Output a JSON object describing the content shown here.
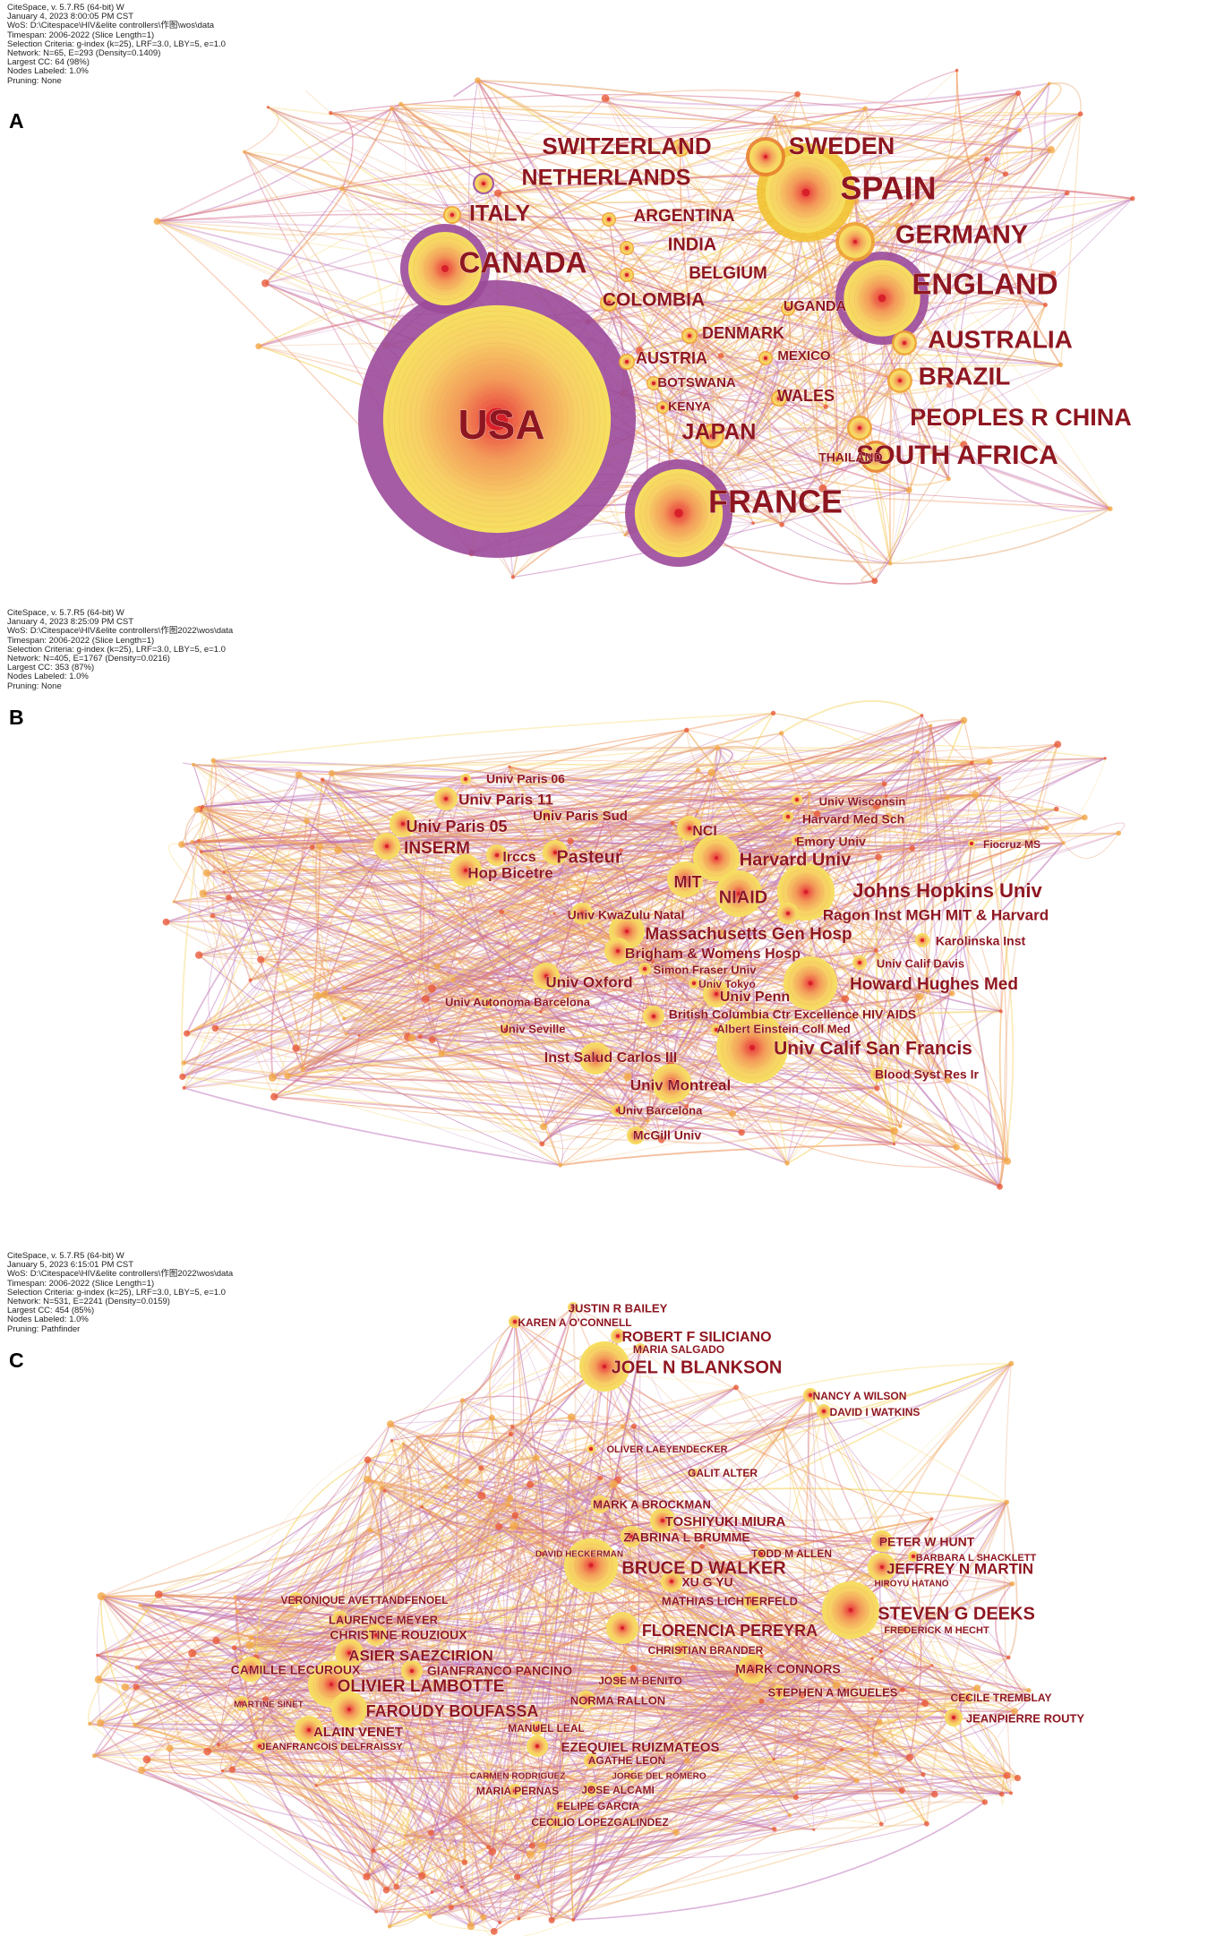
{
  "panels": [
    {
      "id": "A",
      "letter": "A",
      "header": [
        "CiteSpace, v. 5.7.R5 (64-bit) W",
        "January 4, 2023 8:00:05 PM CST",
        "WoS: D:\\Citespace\\HIV&elite controllers\\作图\\wos\\data",
        "Timespan: 2006-2022 (Slice Length=1)",
        "Selection Criteria: g-index (k=25), LRF=3.0, LBY=5, e=1.0",
        "Network: N=65, E=293 (Density=0.1409)",
        "Largest CC: 64 (98%)",
        "Nodes Labeled: 1.0%",
        "Pruning: None"
      ],
      "nodes": [
        {
          "label": "USA",
          "size": 46
        },
        {
          "label": "FRANCE",
          "size": 36
        },
        {
          "label": "SPAIN",
          "size": 36
        },
        {
          "label": "CANADA",
          "size": 33
        },
        {
          "label": "ENGLAND",
          "size": 33
        },
        {
          "label": "SOUTH AFRICA",
          "size": 30
        },
        {
          "label": "GERMANY",
          "size": 29
        },
        {
          "label": "AUSTRALIA",
          "size": 28
        },
        {
          "label": "BRAZIL",
          "size": 28
        },
        {
          "label": "SWEDEN",
          "size": 27
        },
        {
          "label": "PEOPLES R CHINA",
          "size": 27
        },
        {
          "label": "SWITZERLAND",
          "size": 26
        },
        {
          "label": "NETHERLANDS",
          "size": 25
        },
        {
          "label": "ITALY",
          "size": 25
        },
        {
          "label": "JAPAN",
          "size": 25
        },
        {
          "label": "COLOMBIA",
          "size": 21
        },
        {
          "label": "INDIA",
          "size": 20
        },
        {
          "label": "BELGIUM",
          "size": 19
        },
        {
          "label": "ARGENTINA",
          "size": 19
        },
        {
          "label": "WALES",
          "size": 18
        },
        {
          "label": "AUSTRIA",
          "size": 18
        },
        {
          "label": "DENMARK",
          "size": 18
        },
        {
          "label": "UGANDA",
          "size": 16
        },
        {
          "label": "MEXICO",
          "size": 15
        },
        {
          "label": "BOTSWANA",
          "size": 15
        },
        {
          "label": "KENYA",
          "size": 14
        },
        {
          "label": "THAILAND",
          "size": 14
        }
      ]
    },
    {
      "id": "B",
      "letter": "B",
      "header": [
        "CiteSpace, v. 5.7.R5 (64-bit) W",
        "January 4, 2023 8:25:09 PM CST",
        "WoS: D:\\Citespace\\HIV&elite controllers\\作图2022\\wos\\data",
        "Timespan: 2006-2022 (Slice Length=1)",
        "Selection Criteria: g-index (k=25), LRF=3.0, LBY=5, e=1.0",
        "Network: N=405, E=1767 (Density=0.0216)",
        "Largest CC: 353 (87%)",
        "Nodes Labeled: 1.0%",
        "Pruning: None"
      ],
      "nodes": [
        {
          "label": "Univ Paris 06",
          "size": 14
        },
        {
          "label": "Univ Paris 11",
          "size": 17
        },
        {
          "label": "Univ Paris Sud",
          "size": 15
        },
        {
          "label": "Univ Paris 05",
          "size": 18
        },
        {
          "label": "INSERM",
          "size": 19
        },
        {
          "label": "Irccs",
          "size": 16
        },
        {
          "label": "Pasteur",
          "size": 20
        },
        {
          "label": "Hop Bicetre",
          "size": 17
        },
        {
          "label": "NCI",
          "size": 16
        },
        {
          "label": "Univ Wisconsin",
          "size": 13
        },
        {
          "label": "Harvard Med Sch",
          "size": 14
        },
        {
          "label": "Emory Univ",
          "size": 14
        },
        {
          "label": "Fiocruz MS",
          "size": 12
        },
        {
          "label": "Harvard Univ",
          "size": 20
        },
        {
          "label": "MIT",
          "size": 18
        },
        {
          "label": "NIAID",
          "size": 20
        },
        {
          "label": "Johns Hopkins Univ",
          "size": 22
        },
        {
          "label": "Ragon Inst MGH MIT & Harvard",
          "size": 17
        },
        {
          "label": "Univ KwaZulu Natal",
          "size": 14
        },
        {
          "label": "Massachusetts Gen Hosp",
          "size": 19
        },
        {
          "label": "Karolinska Inst",
          "size": 14
        },
        {
          "label": "Brigham & Womens Hosp",
          "size": 16
        },
        {
          "label": "Simon Fraser Univ",
          "size": 13
        },
        {
          "label": "Univ Calif Davis",
          "size": 13
        },
        {
          "label": "Univ Oxford",
          "size": 17
        },
        {
          "label": "Univ Tokyo",
          "size": 12
        },
        {
          "label": "Howard Hughes Med",
          "size": 19
        },
        {
          "label": "Univ Autonoma Barcelona",
          "size": 13
        },
        {
          "label": "Univ Penn",
          "size": 16
        },
        {
          "label": "British Columbia Ctr Excellence HIV AIDS",
          "size": 14
        },
        {
          "label": "Albert Einstein Coll Med",
          "size": 13
        },
        {
          "label": "Univ Seville",
          "size": 13
        },
        {
          "label": "Univ Calif San Francis",
          "size": 21
        },
        {
          "label": "Inst Salud Carlos III",
          "size": 16
        },
        {
          "label": "Blood Syst Res Ir",
          "size": 14
        },
        {
          "label": "Univ Montreal",
          "size": 17
        },
        {
          "label": "Univ Barcelona",
          "size": 13
        },
        {
          "label": "McGill Univ",
          "size": 14
        }
      ]
    },
    {
      "id": "C",
      "letter": "C",
      "header": [
        "CiteSpace, v. 5.7.R5 (64-bit) W",
        "January 5, 2023 6:15:01 PM CST",
        "WoS: D:\\Citespace\\HIV&elite controllers\\作图2022\\wos\\data",
        "Timespan: 2006-2022 (Slice Length=1)",
        "Selection Criteria: g-index (k=25), LRF=3.0, LBY=5, e=1.0",
        "Network: N=531, E=2241 (Density=0.0159)",
        "Largest CC: 454 (85%)",
        "Nodes Labeled: 1.0%",
        "Pruning: Pathfinder"
      ],
      "nodes": [
        {
          "label": "JUSTIN R BAILEY",
          "size": 13
        },
        {
          "label": "KAREN A O'CONNELL",
          "size": 12
        },
        {
          "label": "ROBERT F SILICIANO",
          "size": 16
        },
        {
          "label": "MARIA SALGADO",
          "size": 12
        },
        {
          "label": "JOEL N BLANKSON",
          "size": 20
        },
        {
          "label": "NANCY A WILSON",
          "size": 12
        },
        {
          "label": "DAVID I WATKINS",
          "size": 12
        },
        {
          "label": "OLIVER LAEYENDECKER",
          "size": 11
        },
        {
          "label": "GALIT ALTER",
          "size": 12
        },
        {
          "label": "MARK A BROCKMAN",
          "size": 13
        },
        {
          "label": "TOSHIYUKI MIURA",
          "size": 15
        },
        {
          "label": "ZABRINA L BRUMME",
          "size": 14
        },
        {
          "label": "PETER W HUNT",
          "size": 14
        },
        {
          "label": "DAVID HECKERMAN",
          "size": 10
        },
        {
          "label": "TODD M ALLEN",
          "size": 12
        },
        {
          "label": "BARBARA L SHACKLETT",
          "size": 11
        },
        {
          "label": "BRUCE D WALKER",
          "size": 20
        },
        {
          "label": "JEFFREY N MARTIN",
          "size": 17
        },
        {
          "label": "XU G YU",
          "size": 14
        },
        {
          "label": "HIROYU HATANO",
          "size": 10
        },
        {
          "label": "VERONIQUE AVETTANDFENOEL",
          "size": 12
        },
        {
          "label": "MATHIAS LICHTERFELD",
          "size": 13
        },
        {
          "label": "STEVEN G DEEKS",
          "size": 20
        },
        {
          "label": "LAURENCE MEYER",
          "size": 13
        },
        {
          "label": "FREDERICK M HECHT",
          "size": 11
        },
        {
          "label": "FLORENCIA PEREYRA",
          "size": 18
        },
        {
          "label": "CHRISTINE ROUZIOUX",
          "size": 14
        },
        {
          "label": "ASIER SAEZCIRION",
          "size": 17
        },
        {
          "label": "CHRISTIAN BRANDER",
          "size": 12
        },
        {
          "label": "CAMILLE LECUROUX",
          "size": 14
        },
        {
          "label": "GIANFRANCO PANCINO",
          "size": 14
        },
        {
          "label": "MARK CONNORS",
          "size": 14
        },
        {
          "label": "JOSE M BENITO",
          "size": 12
        },
        {
          "label": "OLIVIER LAMBOTTE",
          "size": 19
        },
        {
          "label": "STEPHEN A MIGUELES",
          "size": 13
        },
        {
          "label": "NORMA RALLON",
          "size": 13
        },
        {
          "label": "CECILE TREMBLAY",
          "size": 12
        },
        {
          "label": "MARTINE SINET",
          "size": 10
        },
        {
          "label": "FAROUDY BOUFASSA",
          "size": 18
        },
        {
          "label": "JEANPIERRE ROUTY",
          "size": 13
        },
        {
          "label": "MANUEL LEAL",
          "size": 12
        },
        {
          "label": "ALAIN VENET",
          "size": 15
        },
        {
          "label": "EZEQUIEL RUIZMATEOS",
          "size": 15
        },
        {
          "label": "JEANFRANCOIS DELFRAISSY",
          "size": 11
        },
        {
          "label": "AGATHE LEON",
          "size": 12
        },
        {
          "label": "CARMEN RODRIGUEZ",
          "size": 10
        },
        {
          "label": "JORGE DEL ROMERO",
          "size": 10
        },
        {
          "label": "JOSE ALCAMI",
          "size": 12
        },
        {
          "label": "MARIA PERNAS",
          "size": 12
        },
        {
          "label": "FELIPE GARCIA",
          "size": 12
        },
        {
          "label": "CECILIO LOPEZGALINDEZ",
          "size": 12
        }
      ]
    }
  ]
}
